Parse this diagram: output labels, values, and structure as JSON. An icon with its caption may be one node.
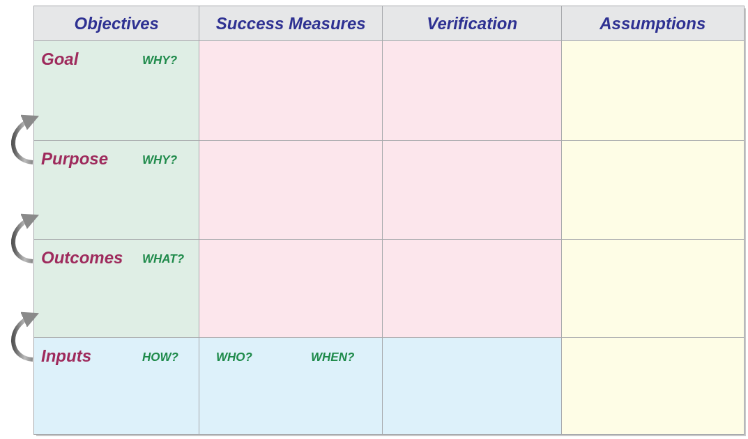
{
  "diagram": {
    "nodes": [
      {
        "text": [
          "Objectives"
        ]
      },
      {
        "text": [
          "Success Measures"
        ]
      },
      {
        "text": [
          "Verification"
        ]
      },
      {
        "text": [
          "Assumptions"
        ]
      },
      {
        "text": [
          "Goal",
          "WHY?"
        ]
      },
      {
        "text": [],
        "shape": "box"
      },
      {
        "text": [],
        "shape": "box"
      },
      {
        "text": [],
        "shape": "box"
      },
      {
        "text": [
          "Purpose",
          "WHY?"
        ]
      },
      {
        "text": [],
        "shape": "box"
      },
      {
        "text": [],
        "shape": "box"
      },
      {
        "text": [],
        "shape": "box"
      },
      {
        "text": [
          "Outcomes",
          "WHAT?"
        ]
      },
      {
        "text": [],
        "shape": "box"
      },
      {
        "text": [],
        "shape": "box"
      },
      {
        "text": [],
        "shape": "box"
      },
      {
        "text": [
          "Inputs",
          "HOW?"
        ]
      },
      {
        "text": [
          "WHO?",
          "WHEN?"
        ]
      },
      {
        "text": [],
        "shape": "box"
      },
      {
        "text": [],
        "shape": "box"
      }
    ],
    "edges": [
      {
        "from": 16,
        "to": 12,
        "arrow": "to"
      },
      {
        "from": 12,
        "to": 8,
        "arrow": "to"
      },
      {
        "from": 8,
        "to": 4,
        "arrow": "to"
      }
    ]
  }
}
